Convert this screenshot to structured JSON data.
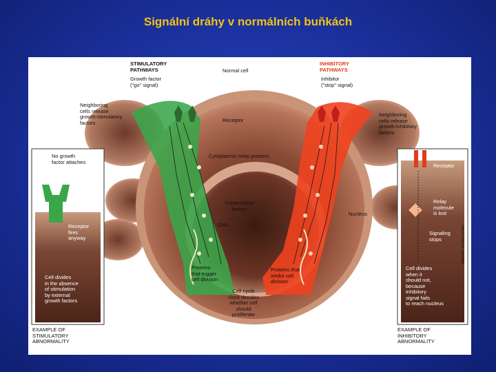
{
  "title": "Signální dráhy v normálních buňkách",
  "diagram": {
    "stimulatory_header": "STIMULATORY\nPATHWAYS",
    "inhibitory_header": "INHIBITORY\nPATHWAYS",
    "normal_cell": "Normal cell",
    "growth_factor": "Growth factor\n(\"go\" signal)",
    "inhibitor": "Inhibitor\n(\"stop\" signal)",
    "neighboring_growth": "Neighboring\ncells release\ngrowth-stimulatory\nfactors",
    "neighboring_inhibit": "Neighboring\ncells release\ngrowth-inhibitory\nfactors",
    "receptor_top": "Receptor",
    "cytoplasmic": "Cytoplasmic relay proteins",
    "transcription": "Transcription\nfactors",
    "nucleus": "Nucleus",
    "dna": "DNA",
    "proteins_trigger": "Proteins\nthat trigger\ncell division",
    "proteins_inhibit": "Proteins that\ninhibit cell\ndivision",
    "cell_cycle": "Cell cycle\nclock decides\nwhether cell\nshould\nproliferate",
    "left_panel": {
      "no_growth": "No growth\nfactor attaches",
      "receptor_fires": "Receptor\nfires\nanyway",
      "cell_divides": "Cell divides\nin the absence\nof stimulation\nby external\ngrowth factors",
      "caption": "EXAMPLE OF\nSTIMULATORY\nABNORMALITY"
    },
    "right_panel": {
      "receptor": "Receptor",
      "relay_lost": "Relay\nmolecule\nis lost",
      "signaling_stops": "Signaling\nstops",
      "cell_divides": "Cell divides\nwhen it\nshould not,\nbecause\ninhibitory\nsignal fails\nto reach nucleus",
      "caption": "EXAMPLE OF\nINHIBITORY\nABNORMALITY"
    },
    "credit": "DIMITRY SCHIDLOVSKY",
    "colors": {
      "stimulatory": "#3aa64a",
      "inhibitory": "#f0431f",
      "cell_membrane": "#c98f6a",
      "cytoplasm": "#7a4030"
    }
  }
}
